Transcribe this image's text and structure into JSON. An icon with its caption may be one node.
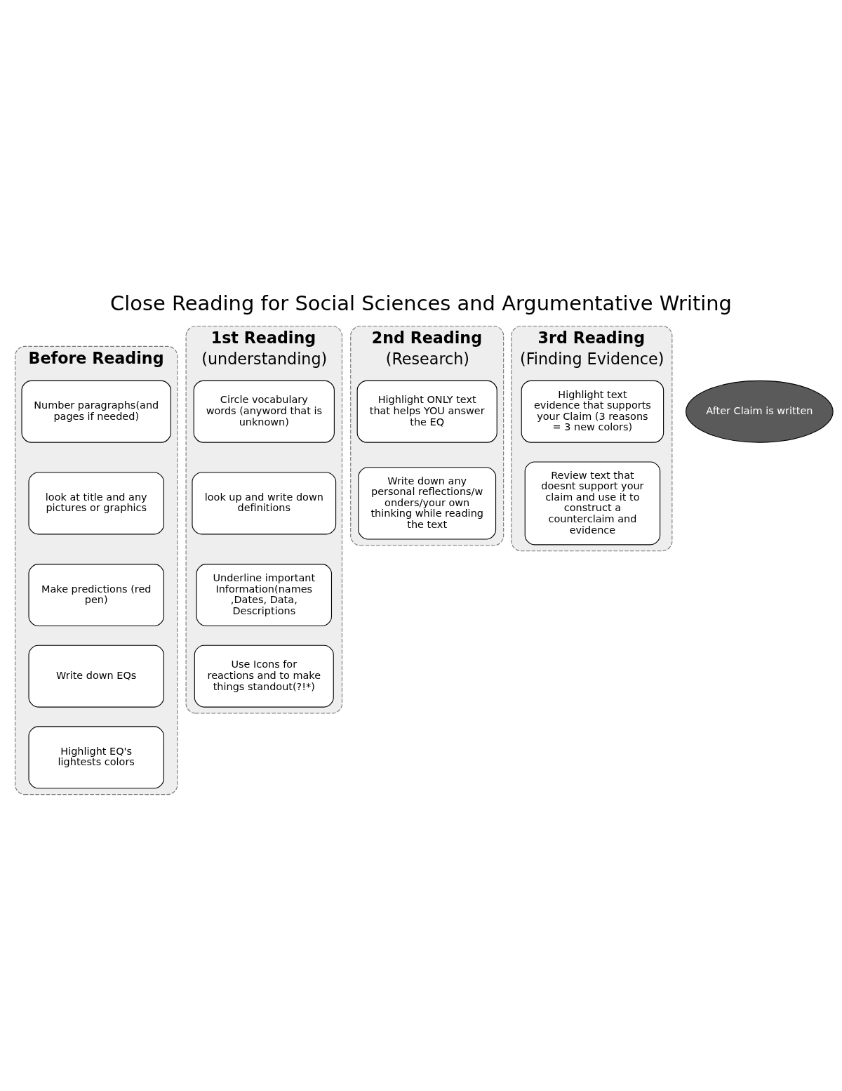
{
  "diagram": {
    "title": "Close Reading for Social Sciences and Argumentative Writing",
    "nodes": [
      {
        "text": [
          "Before Reading"
        ]
      },
      {
        "text": [
          "Number paragraphs(and pages if needed)"
        ],
        "in": 0
      },
      {
        "text": [
          "look at title and any pictures or graphics"
        ],
        "in": 0
      },
      {
        "text": [
          "Make predictions (red pen)"
        ],
        "in": 0
      },
      {
        "text": [
          "Write down EQs"
        ],
        "in": 0
      },
      {
        "text": [
          "Highlight EQ's lightests colors"
        ],
        "in": 0
      },
      {
        "text": [
          "1st Reading",
          "(understanding)"
        ]
      },
      {
        "text": [
          "Circle vocabulary words (anyword that is unknown)"
        ],
        "in": 6
      },
      {
        "text": [
          "look up and write down definitions"
        ],
        "in": 6
      },
      {
        "text": [
          "Underline important Information(names ,Dates, Data, Descriptions"
        ],
        "in": 6
      },
      {
        "text": [
          "Use Icons for reactions and to make things standout(?!*)"
        ],
        "in": 6
      },
      {
        "text": [
          "2nd Reading",
          "(Research)"
        ]
      },
      {
        "text": [
          "Highlight ONLY text that helps YOU answer the EQ"
        ],
        "in": 11
      },
      {
        "text": [
          "Write down any personal reflections/wonders/your own thinking while reading the text"
        ],
        "in": 11
      },
      {
        "text": [
          "3rd Reading",
          "(Finding Evidence)"
        ]
      },
      {
        "text": [
          "Highlight text evidence that supports your Claim (3 reasons = 3 new colors)"
        ],
        "in": 14
      },
      {
        "text": [
          "Review text that doesnt support your claim and use it to construct a counterclaim and evidence"
        ],
        "in": 14
      },
      {
        "text": [
          "After Claim is written"
        ]
      }
    ],
    "edges": []
  }
}
